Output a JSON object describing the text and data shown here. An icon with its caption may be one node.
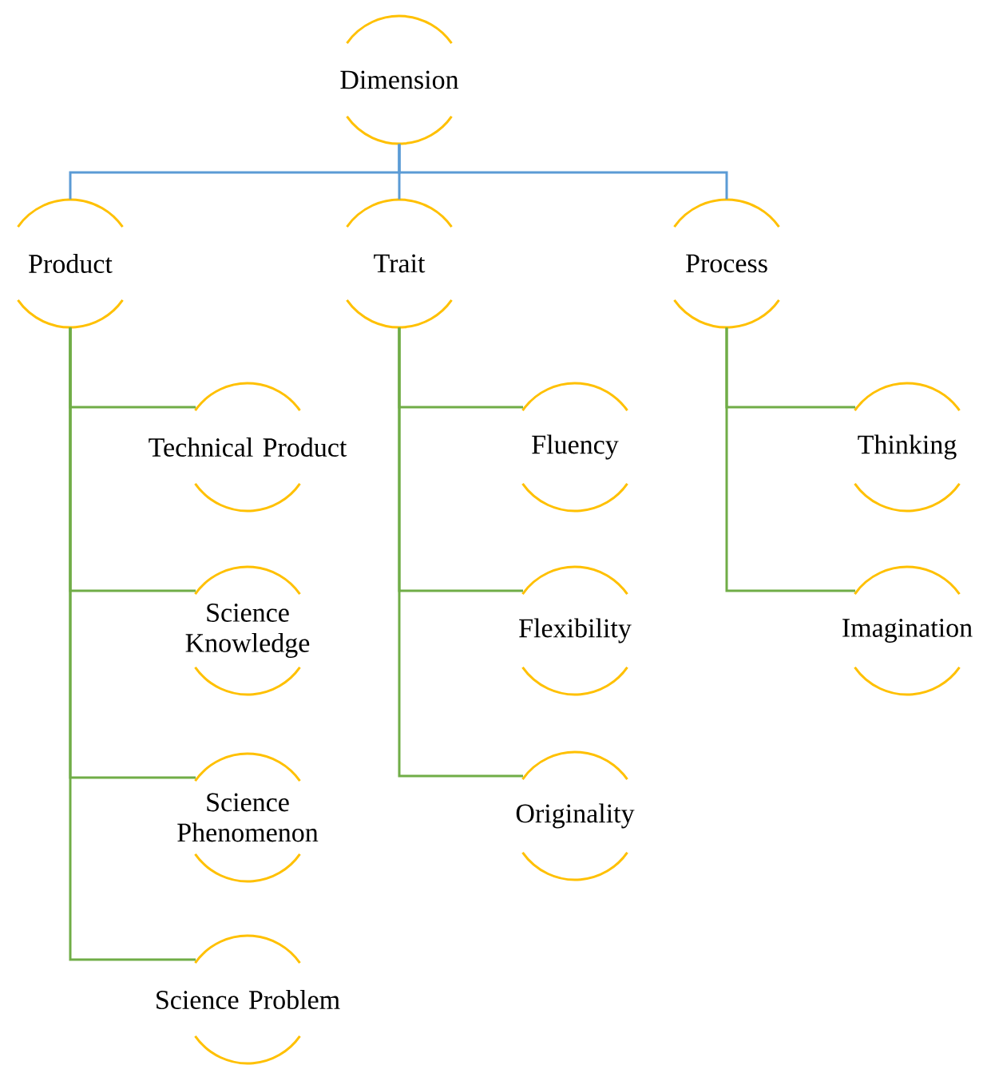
{
  "diagram": {
    "nodes": [
      {
        "text": [
          "Dimension"
        ]
      },
      {
        "text": [
          "Product"
        ]
      },
      {
        "text": [
          "Trait"
        ]
      },
      {
        "text": [
          "Process"
        ]
      },
      {
        "text": [
          "Technical Product"
        ]
      },
      {
        "text": [
          "Science Knowledge"
        ]
      },
      {
        "text": [
          "Science Phenomenon"
        ]
      },
      {
        "text": [
          "Science Problem"
        ]
      },
      {
        "text": [
          "Fluency"
        ]
      },
      {
        "text": [
          "Flexibility"
        ]
      },
      {
        "text": [
          "Originality"
        ]
      },
      {
        "text": [
          "Thinking"
        ]
      },
      {
        "text": [
          "Imagination"
        ]
      }
    ],
    "edges": [
      {
        "from": 0,
        "to": 1,
        "arrow": "none",
        "color": "#5b9bd5"
      },
      {
        "from": 0,
        "to": 2,
        "arrow": "none",
        "color": "#5b9bd5"
      },
      {
        "from": 0,
        "to": 3,
        "arrow": "none",
        "color": "#5b9bd5"
      },
      {
        "from": 1,
        "to": 4,
        "arrow": "none"
      },
      {
        "from": 1,
        "to": 5,
        "arrow": "none"
      },
      {
        "from": 1,
        "to": 6,
        "arrow": "none"
      },
      {
        "from": 1,
        "to": 7,
        "arrow": "none"
      },
      {
        "from": 2,
        "to": 8,
        "arrow": "none"
      },
      {
        "from": 2,
        "to": 9,
        "arrow": "none"
      },
      {
        "from": 2,
        "to": 10,
        "arrow": "none"
      },
      {
        "from": 3,
        "to": 11,
        "arrow": "none"
      },
      {
        "from": 3,
        "to": 12,
        "arrow": "none"
      }
    ]
  }
}
